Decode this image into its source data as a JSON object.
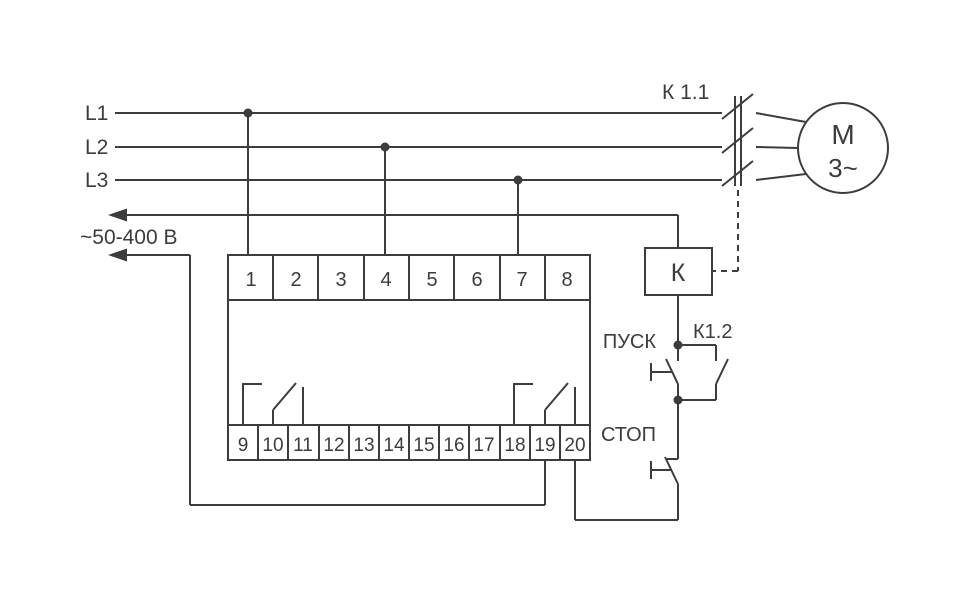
{
  "diagram": {
    "phase_labels": [
      "L1",
      "L2",
      "L3"
    ],
    "main_contact_label": "К 1.1",
    "motor": {
      "letter": "М",
      "phases": "3~"
    },
    "supply_label": "~50-400 В",
    "coil_label": "К",
    "start_button_label": "ПУСК",
    "aux_contact_label": "К1.2",
    "stop_button_label": "СТОП",
    "terminals_top": [
      "1",
      "2",
      "3",
      "4",
      "5",
      "6",
      "7",
      "8"
    ],
    "terminals_bottom": [
      "9",
      "10",
      "11",
      "12",
      "13",
      "14",
      "15",
      "16",
      "17",
      "18",
      "19",
      "20"
    ],
    "colors": {
      "line": "#3c3c3c",
      "background": "#ffffff"
    }
  }
}
